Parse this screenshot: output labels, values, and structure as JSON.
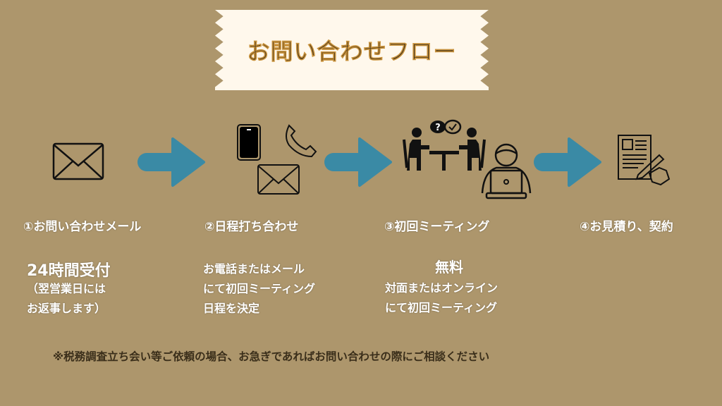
{
  "title": "お問い合わせフロー",
  "colors": {
    "background": "#ad966c",
    "banner": "#fff8ec",
    "arrow": "#3a8aa5",
    "text": "#ffffff",
    "note": "#3a2e1a"
  },
  "steps": [
    {
      "label": "①お問い合わせメール",
      "headline": "24時間受付",
      "lines": [
        "（翌営業日には",
        "お返事します）"
      ]
    },
    {
      "label": "②日程打ち合わせ",
      "lines": [
        "お電話またはメール",
        "にて初回ミーティング",
        "日程を決定"
      ]
    },
    {
      "label": "③初回ミーティング",
      "headline": "無料",
      "lines": [
        "対面またはオンライン",
        "にて初回ミーティング"
      ]
    },
    {
      "label": "④お見積り、契約"
    }
  ],
  "icons": [
    "envelope-icon",
    "smartphone-icon",
    "telephone-icon",
    "envelope-icon",
    "meeting-icon",
    "laptop-user-icon",
    "contract-icon",
    "arrow-right-icon"
  ],
  "note": "※税務調査立ち会い等ご依頼の場合、お急ぎであればお問い合わせの際にご相談ください"
}
